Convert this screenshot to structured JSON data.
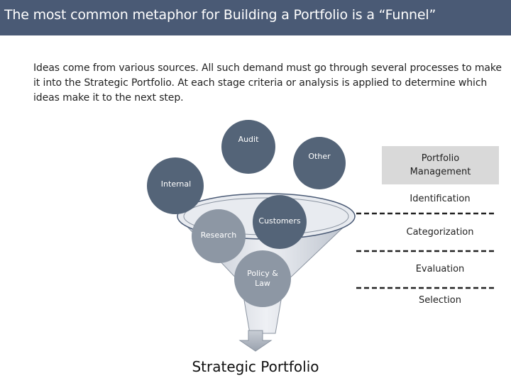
{
  "slide": {
    "title": "The most common metaphor for Building a Portfolio is a “Funnel”",
    "intro": "Ideas come from various sources. All such demand must go through several processes to make it into the Strategic Portfolio. At each stage criteria or analysis is applied to determine which ideas make it to the next step."
  },
  "diagram": {
    "sources": [
      "Audit",
      "Other",
      "Internal",
      "Customers",
      "Research",
      "Policy & Law"
    ],
    "management_label": "Portfolio Management",
    "stages": [
      "Identification",
      "Categorization",
      "Evaluation",
      "Selection"
    ],
    "output_label": "Strategic Portfolio"
  },
  "colors": {
    "title_bar": "#4a5a75",
    "circle_dark": "#546478",
    "circle_mid": "#8d97a4",
    "funnel_fill": "#dfe3ea"
  }
}
